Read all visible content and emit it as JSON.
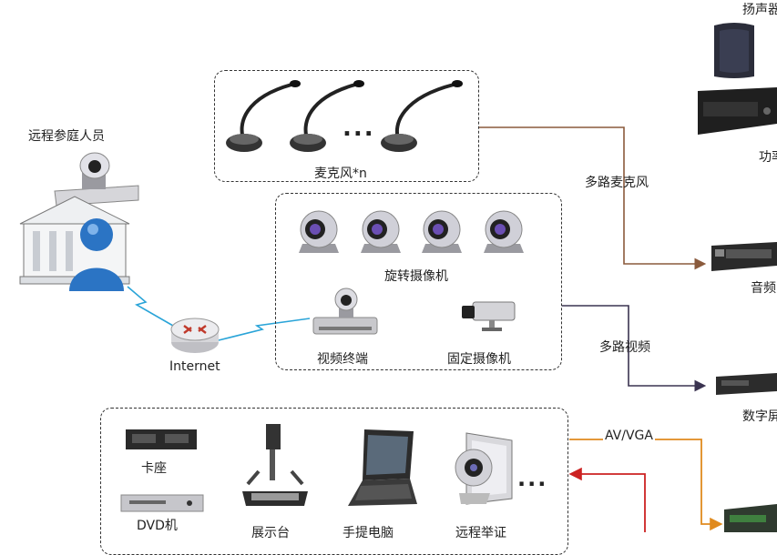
{
  "groups": {
    "microphones": {
      "label": "麦克风*n",
      "ellipsis": "..."
    },
    "cameras": {
      "rotating_label": "旋转摄像机",
      "terminal_label": "视频终端",
      "fixed_label": "固定摄像机"
    },
    "sources": {
      "cassette_label": "卡座",
      "dvd_label": "DVD机",
      "document_camera_label": "展示台",
      "laptop_label": "手提电脑",
      "remote_evidence_label": "远程举证",
      "ellipsis": "..."
    }
  },
  "remote": {
    "participant_label": "远程参庭人员",
    "internet_label": "Internet"
  },
  "links": {
    "multi_mic": "多路麦克风",
    "multi_video": "多路视频",
    "av_vga": "AV/VGA"
  },
  "right_devices": {
    "speaker_label": "扬声器",
    "amplifier_label": "功率",
    "audio_label": "音频",
    "digital_label": "数字屏"
  },
  "colors": {
    "mic_line": "#8a5a3c",
    "video_line": "#3a3350",
    "av_line": "#e08a1e",
    "return_line": "#cc2222",
    "net_line": "#2aa4d8"
  }
}
